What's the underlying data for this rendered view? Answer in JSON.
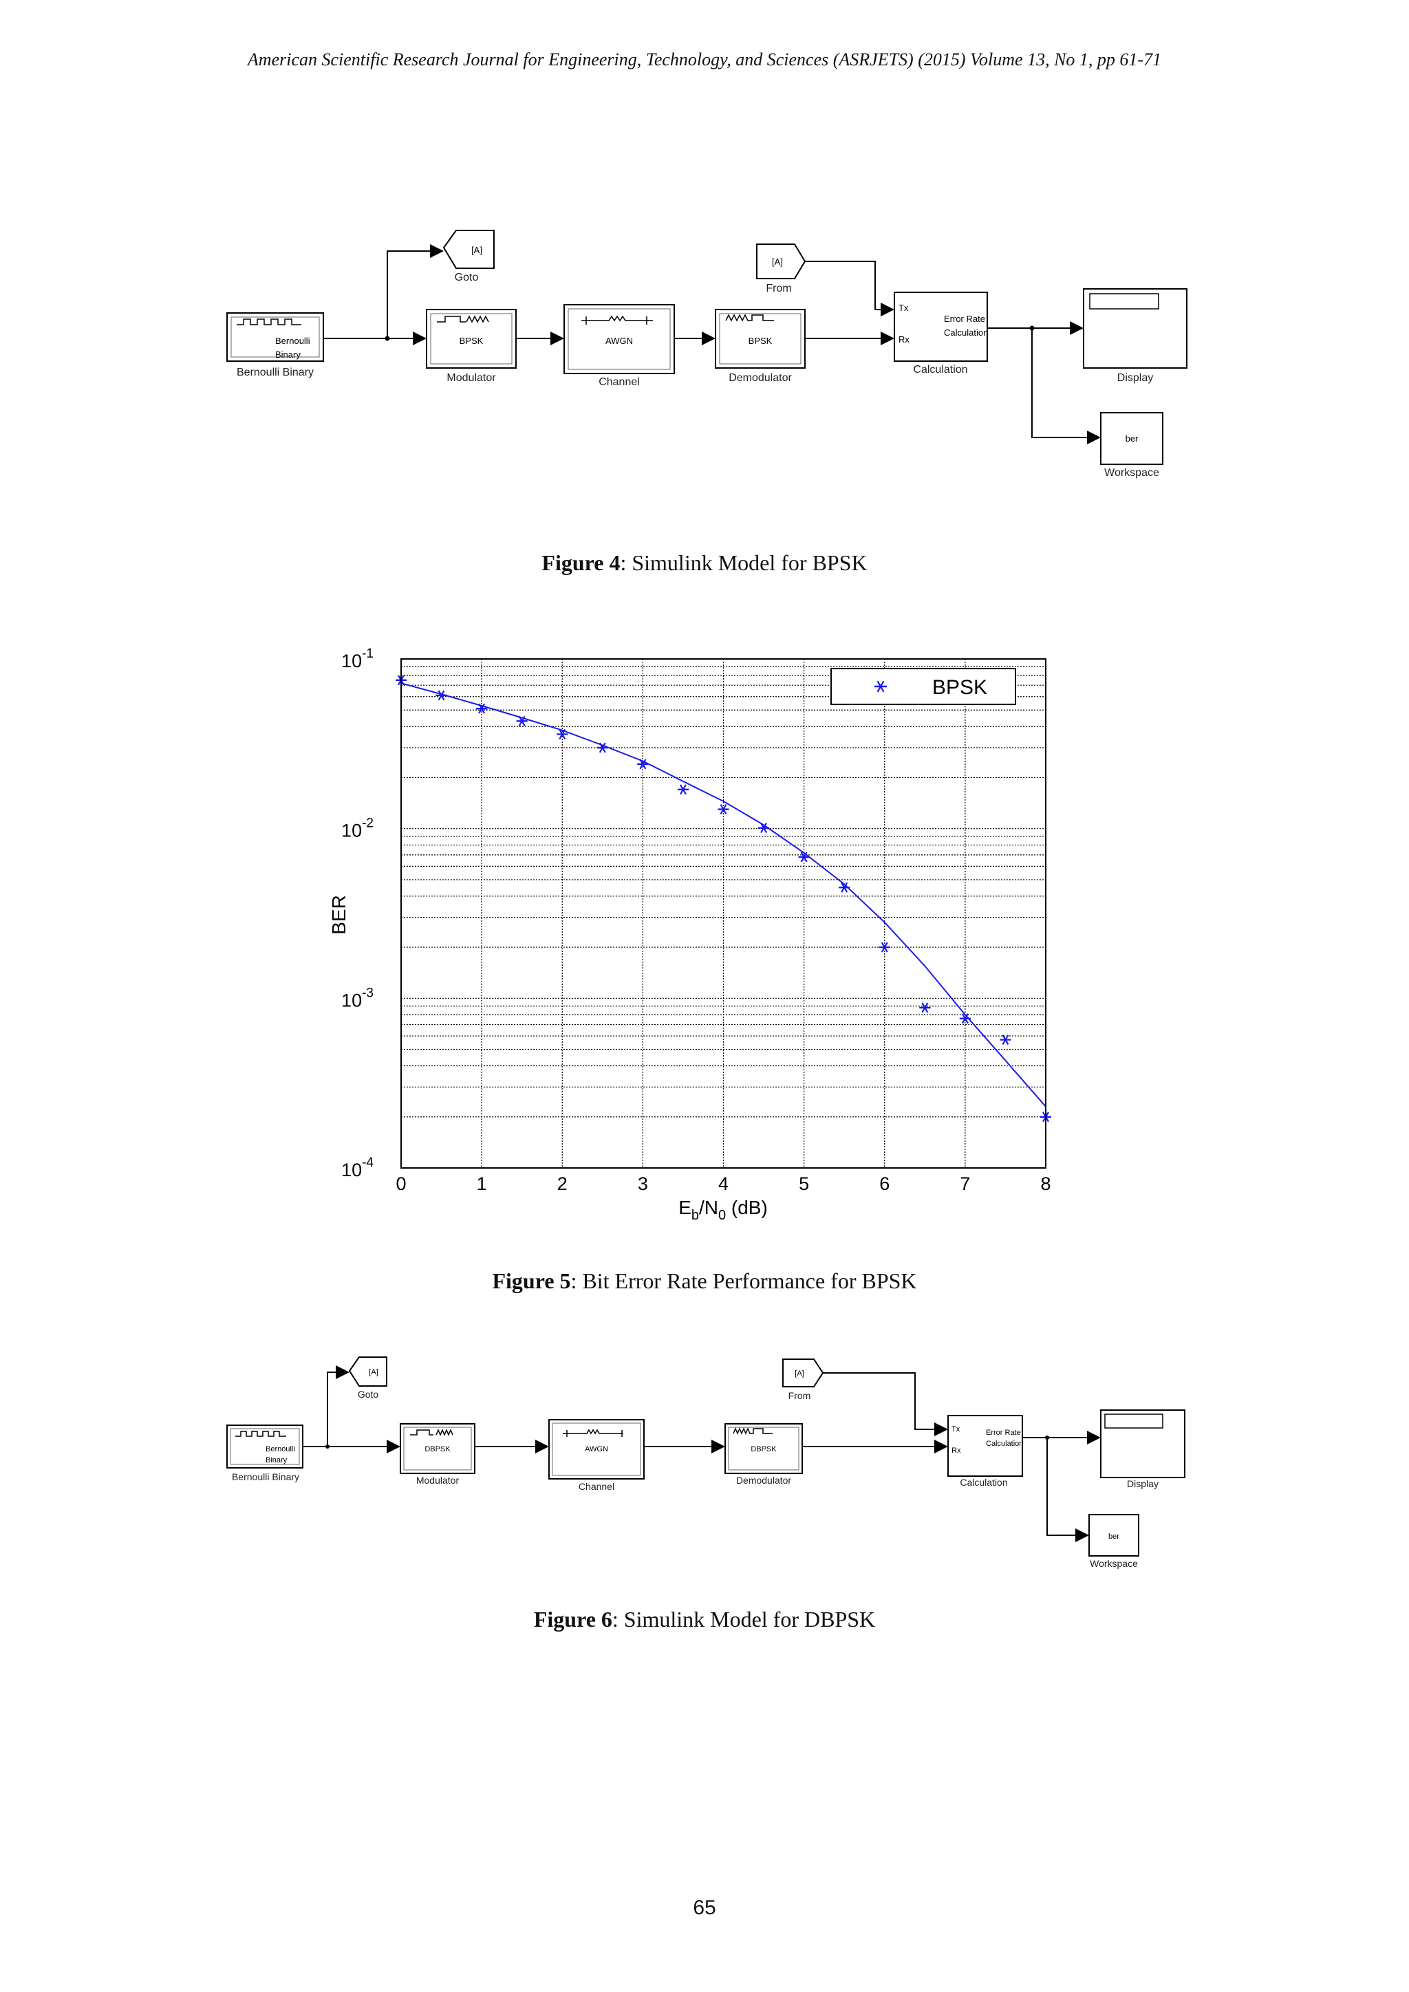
{
  "header": "American Scientific Research Journal for Engineering, Technology, and Sciences (ASRJETS) (2015) Volume 13, No  1, pp 61-71",
  "figure4": {
    "caption_label": "Figure 4",
    "caption_text": ": Simulink Model for BPSK",
    "goto": {
      "tag": "[A]",
      "label": "Goto"
    },
    "from": {
      "tag": "[A]",
      "label": "From"
    },
    "source": {
      "line1": "Bernoulli",
      "line2": "Binary",
      "label": "Bernoulli Binary"
    },
    "modulator": {
      "text": "BPSK",
      "label": "Modulator"
    },
    "channel": {
      "text": "AWGN",
      "label": "Channel"
    },
    "demodulator": {
      "text": "BPSK",
      "label": "Demodulator"
    },
    "error_calc": {
      "tx": "Tx",
      "rx": "Rx",
      "line1": "Error Rate",
      "line2": "Calculation",
      "label": "Calculation"
    },
    "display": {
      "label": "Display"
    },
    "workspace": {
      "text": "ber",
      "label": "Workspace"
    }
  },
  "figure5": {
    "caption_label": "Figure 5",
    "caption_text": ": Bit Error Rate Performance for BPSK",
    "chart_data": {
      "type": "scatter",
      "xlabel": "E_b/N_0 (dB)",
      "ylabel": "BER",
      "xlim": [
        0,
        8
      ],
      "ylim": [
        0.0001,
        0.1
      ],
      "yscale": "log",
      "grid": true,
      "legend_position": "top-right",
      "x_ticks": [
        "0",
        "1",
        "2",
        "3",
        "4",
        "5",
        "6",
        "7",
        "8"
      ],
      "y_ticks": [
        {
          "base": "10",
          "exp": "-1",
          "value": 0.1
        },
        {
          "base": "10",
          "exp": "-2",
          "value": 0.01
        },
        {
          "base": "10",
          "exp": "-3",
          "value": 0.001
        },
        {
          "base": "10",
          "exp": "-4",
          "value": 0.0001
        }
      ],
      "series": [
        {
          "name": "BPSK",
          "marker": "*",
          "color": "#1a1aee",
          "x": [
            0,
            0.5,
            1,
            1.5,
            2,
            2.5,
            3,
            3.5,
            4,
            4.5,
            5,
            5.5,
            6,
            6.5,
            7,
            7.5,
            8
          ],
          "y": [
            0.075,
            0.061,
            0.051,
            0.043,
            0.036,
            0.03,
            0.024,
            0.017,
            0.013,
            0.0101,
            0.0068,
            0.0045,
            0.002,
            0.00088,
            0.00076,
            0.00057,
            0.0002
          ]
        }
      ],
      "curve": {
        "x": [
          0,
          0.5,
          1,
          1.5,
          2,
          2.5,
          3,
          3.5,
          4,
          4.5,
          5,
          5.5,
          6,
          6.5,
          7,
          7.5,
          8
        ],
        "y": [
          0.072,
          0.062,
          0.053,
          0.045,
          0.038,
          0.031,
          0.025,
          0.019,
          0.0145,
          0.0105,
          0.0072,
          0.0047,
          0.0028,
          0.00155,
          0.0008,
          0.00043,
          0.00023
        ]
      }
    }
  },
  "figure6": {
    "caption_label": "Figure 6",
    "caption_text": ": Simulink Model for DBPSK",
    "goto": {
      "tag": "[A]",
      "label": "Goto"
    },
    "from": {
      "tag": "[A]",
      "label": "From"
    },
    "source": {
      "line1": "Bernoulli",
      "line2": "Binary",
      "label": "Bernoulli Binary"
    },
    "modulator": {
      "text": "DBPSK",
      "label": "Modulator"
    },
    "channel": {
      "text": "AWGN",
      "label": "Channel"
    },
    "demodulator": {
      "text": "DBPSK",
      "label": "Demodulator"
    },
    "error_calc": {
      "tx": "Tx",
      "rx": "Rx",
      "line1": "Error Rate",
      "line2": "Calculation",
      "label": "Calculation"
    },
    "display": {
      "label": "Display"
    },
    "workspace": {
      "text": "ber",
      "label": "Workspace"
    }
  },
  "page_number": "65"
}
